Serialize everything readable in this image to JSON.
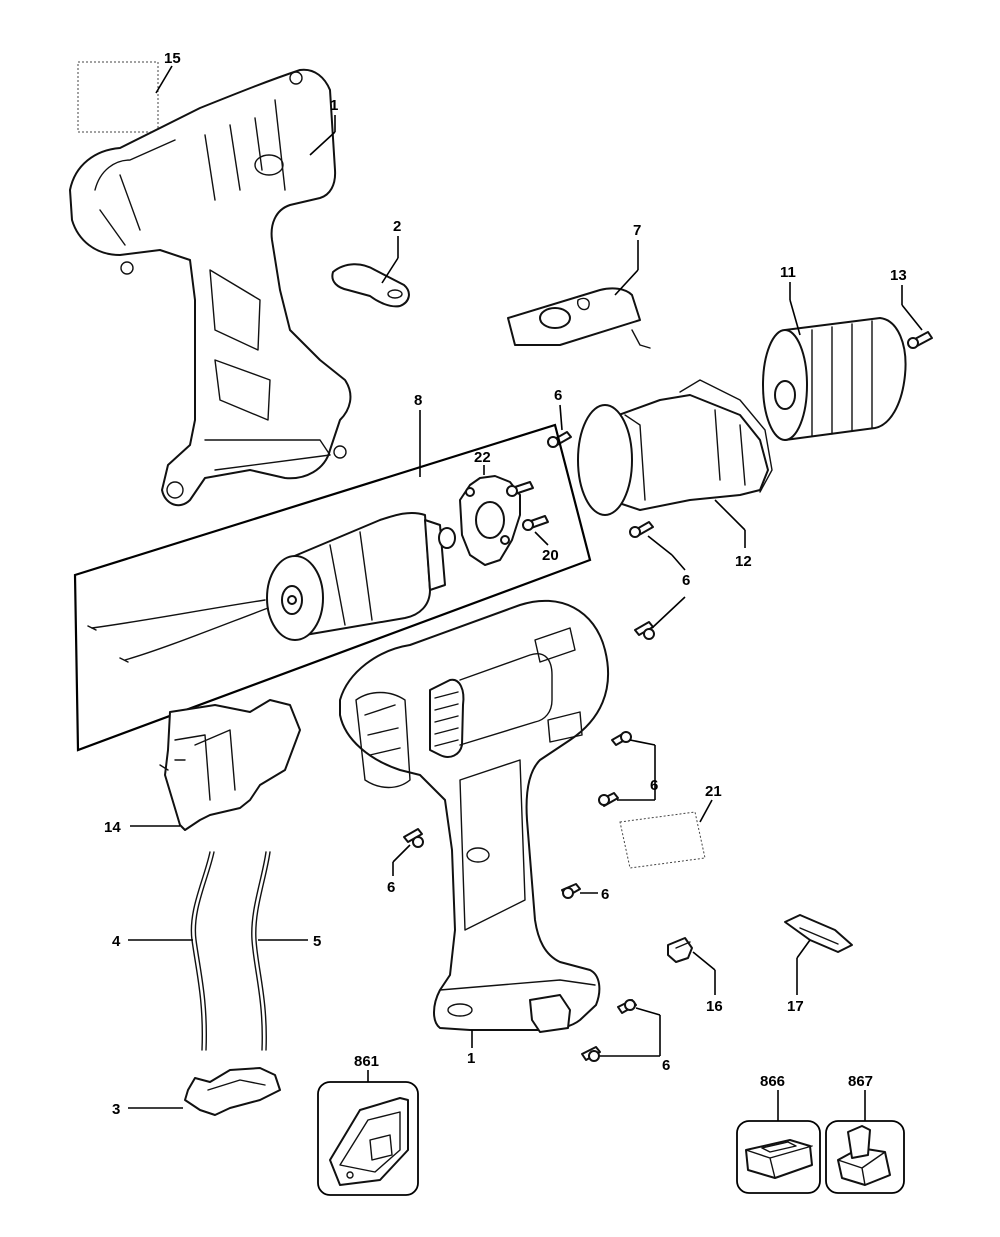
{
  "diagram": {
    "callouts": {
      "c1_top": "1",
      "c2": "2",
      "c7": "7",
      "c11": "11",
      "c13": "13",
      "c15": "15",
      "c8": "8",
      "c22": "22",
      "c20": "20",
      "c6_a": "6",
      "c6_b": "6",
      "c12": "12",
      "c6_c": "6",
      "c6_d": "6",
      "c6_e": "6",
      "c6_f": "6",
      "c14": "14",
      "c21": "21",
      "c4": "4",
      "c5": "5",
      "c16": "16",
      "c17": "17",
      "c1_bottom": "1",
      "c3": "3",
      "c861": "861",
      "c866": "866",
      "c867": "867"
    }
  }
}
